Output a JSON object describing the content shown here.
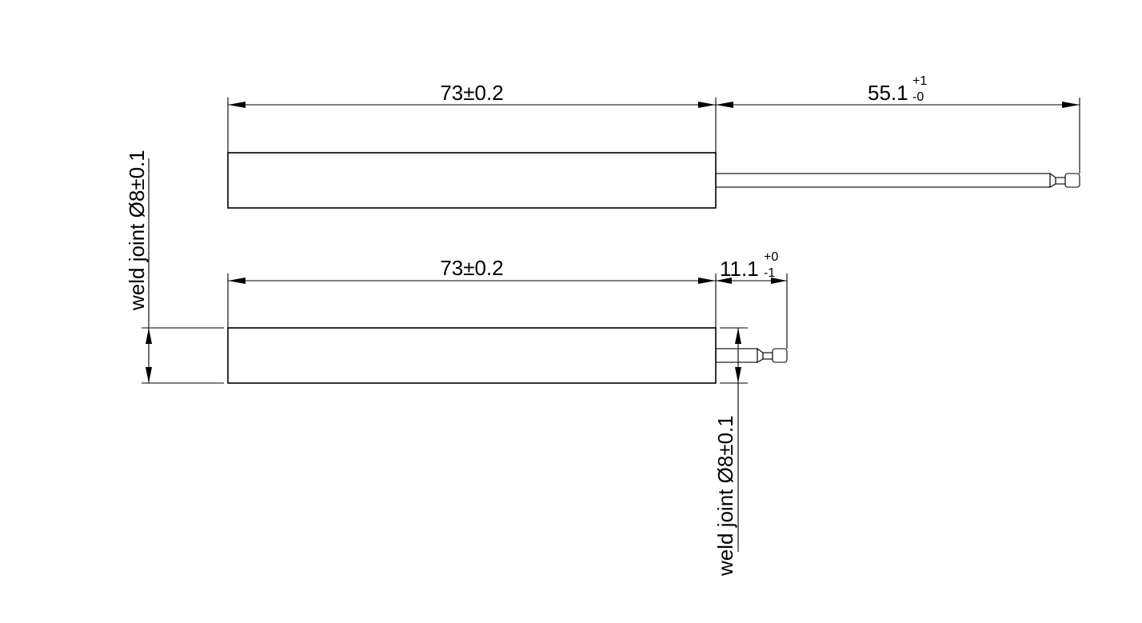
{
  "drawing": {
    "top_view": {
      "body_length": "73±0.2",
      "lead_length": {
        "nominal": "55.1",
        "upper_tol": "+1",
        "lower_tol": "-0"
      }
    },
    "bottom_view": {
      "body_length": "73±0.2",
      "lead_length": {
        "nominal": "11.1",
        "upper_tol": "+0",
        "lower_tol": "-1"
      }
    },
    "left_note": "weld  joint Ø8±0.1",
    "right_note": "weld  joint Ø8±0.1"
  }
}
